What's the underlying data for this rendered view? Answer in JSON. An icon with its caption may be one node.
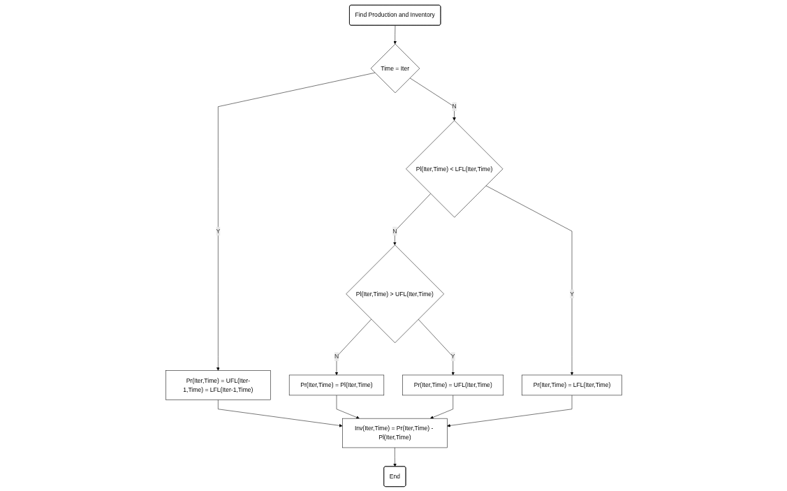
{
  "diagram": {
    "nodes": [
      {
        "text": [
          "Find Production and Inventory"
        ]
      },
      {
        "text": [
          "Time = Iter"
        ]
      },
      {
        "text": [
          "Pr(Iter,Time) = UFL(Iter-1,Time) = LFL(Iter-1,Time)"
        ]
      },
      {
        "text": [
          "Pl(Iter,Time) < LFL(Iter,Time)"
        ]
      },
      {
        "text": [
          "Pr(Iter,Time) = LFL(Iter,Time)"
        ]
      },
      {
        "text": [
          "Pl(Iter,Time) > UFL(Iter,Time)"
        ]
      },
      {
        "text": [
          "Pr(Iter,Time) = Pl(Iter,Time)"
        ]
      },
      {
        "text": [
          "Pr(Iter,Time) = UFL(Iter,Time)"
        ]
      },
      {
        "text": [
          "Inv(Iter,Time) = Pr(Iter,Time) - Pl(Iter,Time)"
        ]
      },
      {
        "text": [
          "End"
        ]
      }
    ],
    "edges": [
      {
        "from": 0,
        "to": 1,
        "arrow": "to"
      },
      {
        "from": 1,
        "to": 2,
        "label": "Y",
        "arrow": "to"
      },
      {
        "from": 1,
        "to": 3,
        "label": "N",
        "arrow": "to"
      },
      {
        "from": 3,
        "to": 4,
        "label": "Y",
        "arrow": "to"
      },
      {
        "from": 3,
        "to": 5,
        "label": "N",
        "arrow": "to"
      },
      {
        "from": 5,
        "to": 7,
        "label": "Y",
        "arrow": "to"
      },
      {
        "from": 5,
        "to": 6,
        "label": "N",
        "arrow": "to"
      },
      {
        "from": 2,
        "to": 8,
        "arrow": "to"
      },
      {
        "from": 6,
        "to": 8,
        "arrow": "to"
      },
      {
        "from": 7,
        "to": 8,
        "arrow": "to"
      },
      {
        "from": 4,
        "to": 8,
        "arrow": "to"
      },
      {
        "from": 8,
        "to": 9,
        "arrow": "to"
      }
    ]
  }
}
